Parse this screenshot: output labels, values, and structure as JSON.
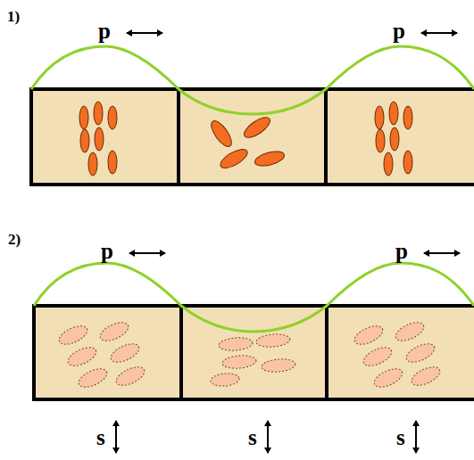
{
  "diagram": {
    "labels": [
      "1)",
      "p",
      "p",
      "2)",
      "p",
      "p",
      "s",
      "s",
      "s"
    ]
  }
}
